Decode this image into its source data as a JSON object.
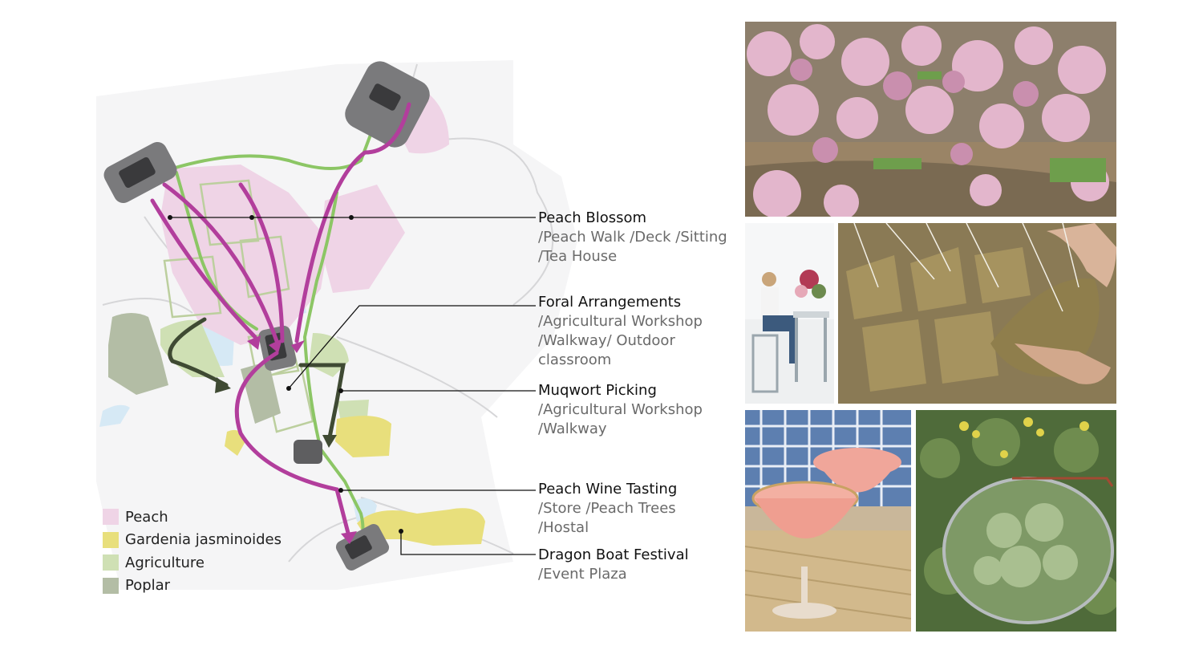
{
  "callouts": [
    {
      "title": "Peach Blossom",
      "lines": [
        "/Peach Walk /Deck /Sitting",
        "/Tea House"
      ]
    },
    {
      "title": "Foral Arrangements",
      "lines": [
        "/Agricultural Workshop",
        "/Walkway/ Outdoor",
        "classroom"
      ]
    },
    {
      "title": "Muqwort Picking",
      "lines": [
        "/Agricultural Workshop",
        "/Walkway"
      ]
    },
    {
      "title": "Peach Wine Tasting",
      "lines": [
        "/Store /Peach Trees",
        "/Hostal"
      ]
    },
    {
      "title": "Dragon Boat Festival",
      "lines": [
        "/Event Plaza"
      ]
    }
  ],
  "legend": [
    {
      "label": "Peach",
      "color": "#efd4e6"
    },
    {
      "label": "Gardenia jasminoides",
      "color": "#e8df7c"
    },
    {
      "label": "Agriculture",
      "color": "#cfe0b4"
    },
    {
      "label": "Poplar",
      "color": "#b3bda5"
    }
  ],
  "colors": {
    "route": "#b23e9c",
    "green_path": "#8cc665",
    "dark_arrow": "#3f4a33",
    "water": "#d6e9f5"
  },
  "photos": [
    "peach-orchard-photo",
    "florist-photo",
    "zongzi-photo",
    "peach-wine-photo",
    "mugwort-photo"
  ]
}
